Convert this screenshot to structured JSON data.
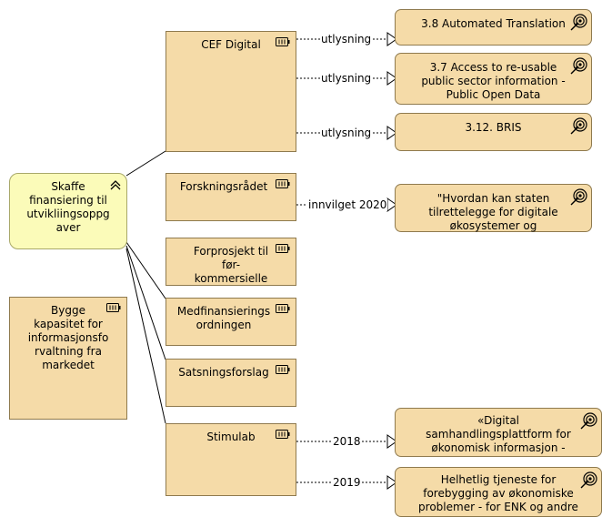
{
  "nodes": {
    "skaffe": "Skaffe\nfinansiering til\nutvikliingsoppg\naver",
    "bygge": "Bygge\nkapasitet for\ninformasjonsfo\nrvaltning fra\nmarkedet",
    "cef": "CEF Digital",
    "forskningsradet": "Forskningsrådet",
    "forprosjekt": "Forprosjekt til\nfør-\nkommersielle",
    "medfin": "Medfinansierings\nordningen",
    "satsning": "Satsningsforslag",
    "stimulab": "Stimulab",
    "goal_38": "3.8 Automated Translation",
    "goal_37": "3.7 Access to re-usable\npublic sector information -\nPublic Open Data",
    "goal_312": "3.12. BRIS",
    "goal_hvordan": "\"Hvordan kan staten\ntilrettelegge for digitale\nøkosystemer og",
    "goal_digital": "«Digital\nsamhandlingsplattform for\nøkonomisk informasjon -",
    "goal_helhetlig": "Helhetlig tjeneste for\nforebygging av økonomiske\nproblemer - for ENK og andre"
  },
  "edge_labels": {
    "utlysning_1": "utlysning",
    "utlysning_2": "utlysning",
    "utlysning_3": "utlysning",
    "innvilget": "innvilget 2020",
    "year_2018": "2018",
    "year_2019": "2019"
  },
  "colors": {
    "resource_fill": "#f5dba8",
    "process_fill": "#fbfbb9",
    "border": "#8f7a4e"
  },
  "icons": {
    "resource": "battery-icon",
    "goal": "target-icon",
    "process": "chevron-up-icon"
  }
}
